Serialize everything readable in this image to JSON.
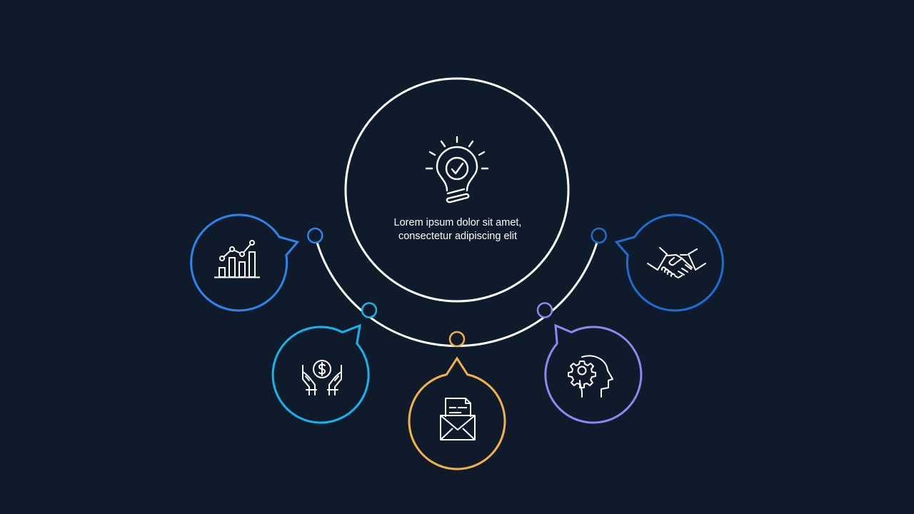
{
  "center": {
    "text": "Lorem ipsum dolor sit amet, consectetur adipiscing elit",
    "icon": "lightbulb-check-icon",
    "color": "#ffffff"
  },
  "background": "#0f1b2b",
  "nodes": [
    {
      "id": "left",
      "icon": "bar-chart-growth-icon",
      "color": "#2b86e8"
    },
    {
      "id": "lower-left",
      "icon": "hands-dollar-icon",
      "color": "#16b3ee"
    },
    {
      "id": "bottom",
      "icon": "mail-document-icon",
      "color": "#f2b04a"
    },
    {
      "id": "lower-right",
      "icon": "head-gear-icon",
      "color": "#8f86f0"
    },
    {
      "id": "right",
      "icon": "handshake-icon",
      "color": "#1e6ed2"
    }
  ]
}
